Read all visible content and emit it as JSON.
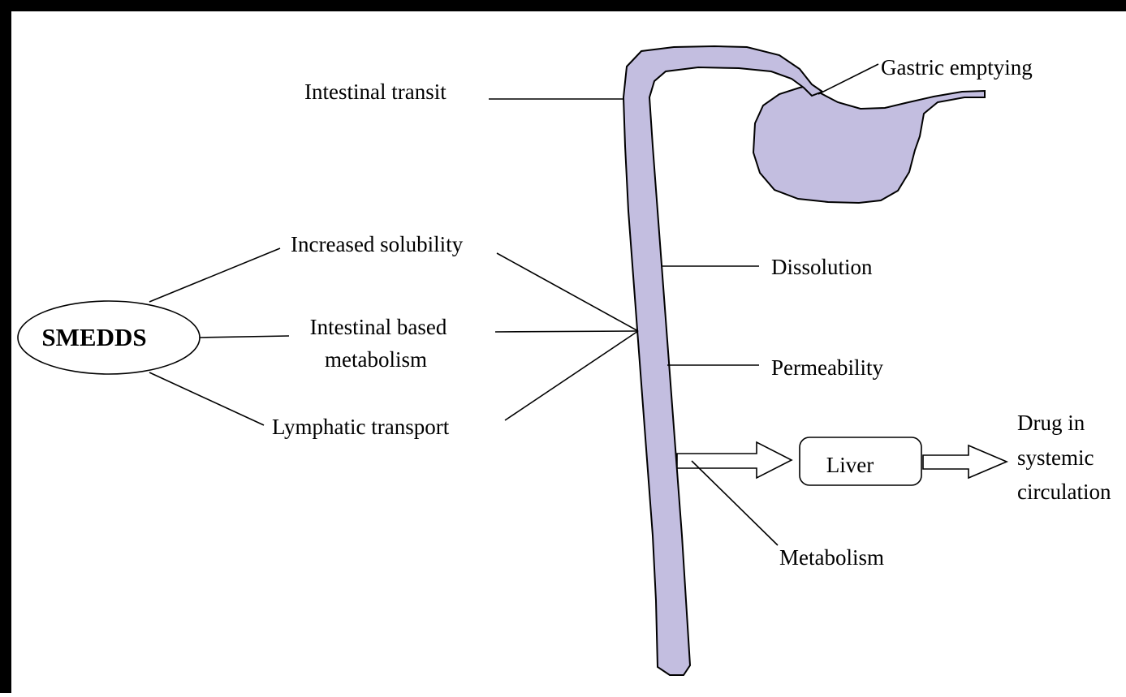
{
  "diagram": {
    "center_node": "SMEDDS",
    "mechanisms": [
      "Increased solubility",
      "Intestinal based",
      "metabolism",
      "Lymphatic transport"
    ],
    "gi_labels": {
      "intestinal_transit": "Intestinal transit",
      "gastric_emptying": "Gastric emptying",
      "dissolution": "Dissolution",
      "permeability": "Permeability",
      "metabolism": "Metabolism"
    },
    "liver": "Liver",
    "output_lines": [
      "Drug in",
      "systemic",
      "circulation"
    ],
    "colors": {
      "organ_fill": "#c3bee0",
      "outline": "#000000",
      "frame": "#000000",
      "background": "#ffffff"
    }
  }
}
